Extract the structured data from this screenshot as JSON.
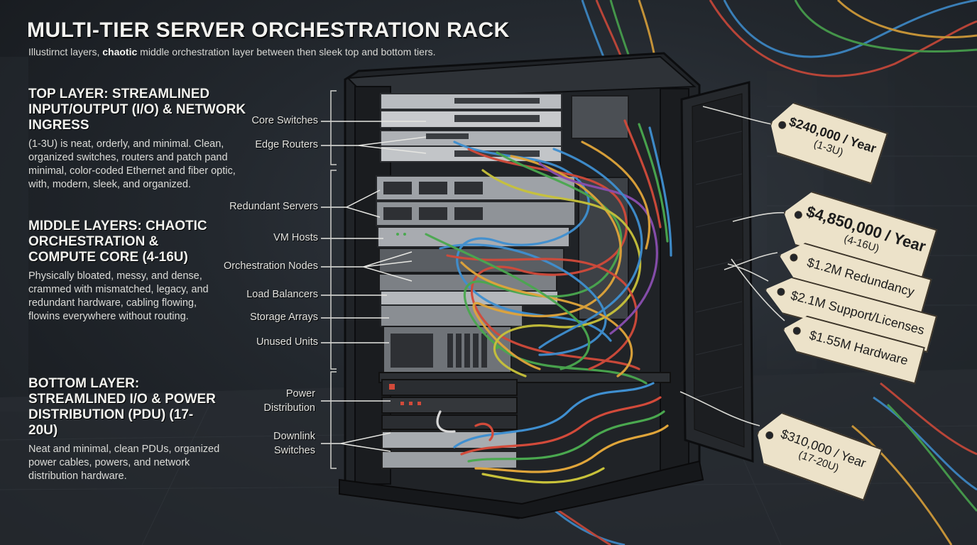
{
  "title": "MULTI-TIER SERVER ORCHESTRATION RACK",
  "subtitle_prefix": "Illustirnct layers,",
  "subtitle_bold": "chaotic",
  "subtitle_suffix": "middle orchestration layer between then sleek top and bottom tiers.",
  "sections": {
    "top": {
      "heading": "TOP LAYER: STREAMLINED INPUT/OUTPUT (I/O) & NETWORK INGRESS",
      "text": "(1-3U) is neat, orderly, and minimal. Clean, organized switches, routers and patch pand minimal, color-coded Ethernet and fiber optic, with, modern, sleek, and organized."
    },
    "middle": {
      "heading": "MIDDLE LAYERS: CHAOTIC ORCHESTRATION & COMPUTE CORE (4-16U)",
      "text": "Physically bloated, messy, and dense, crammed with mismatched, legacy, and redundant hardware, cabling flowing, flowins everywhere without routing."
    },
    "bottom": {
      "heading": "BOTTOM LAYER: STREAMLINED I/O & POWER DISTRIBUTION (PDU) (17-20U)",
      "text": "Neat and minimal, clean PDUs, organized power cables, powers, and network distribution hardware."
    }
  },
  "labels": {
    "core_switches": "Core Switches",
    "edge_routers": "Edge Routers",
    "redundant_servers": "Redundant Servers",
    "vm_hosts": "VM Hosts",
    "orchestration_nodes": "Orchestration Nodes",
    "load_balancers": "Load Balancers",
    "storage_arrays": "Storage Arrays",
    "unused_units": "Unused Units",
    "power_distribution_1": "Power",
    "power_distribution_2": "Distribution",
    "downlink_switches_1": "Downlink",
    "downlink_switches_2": "Switches"
  },
  "tags": {
    "top": {
      "amount": "$240,000 / Year",
      "range": "(1-3U)"
    },
    "middle": {
      "amount": "$4,850,000 / Year",
      "range": "(4-16U)"
    },
    "redundancy": {
      "amount": "$1.2M Redundancy"
    },
    "support": {
      "amount": "$2.1M Support/Licenses"
    },
    "hardware": {
      "amount": "$1.55M Hardware"
    },
    "bottom": {
      "amount": "$310,000 / Year",
      "range": "(17-20U)"
    }
  },
  "colors": {
    "tag_paper": "#ece2c9",
    "cable_colors": [
      "#d24a3a",
      "#e0a53a",
      "#3f8fd0",
      "#4aa84f",
      "#c8c23a",
      "#8a4fb0"
    ]
  },
  "icons": [
    "server-rack-illustration",
    "price-tag",
    "cable-bundle"
  ]
}
